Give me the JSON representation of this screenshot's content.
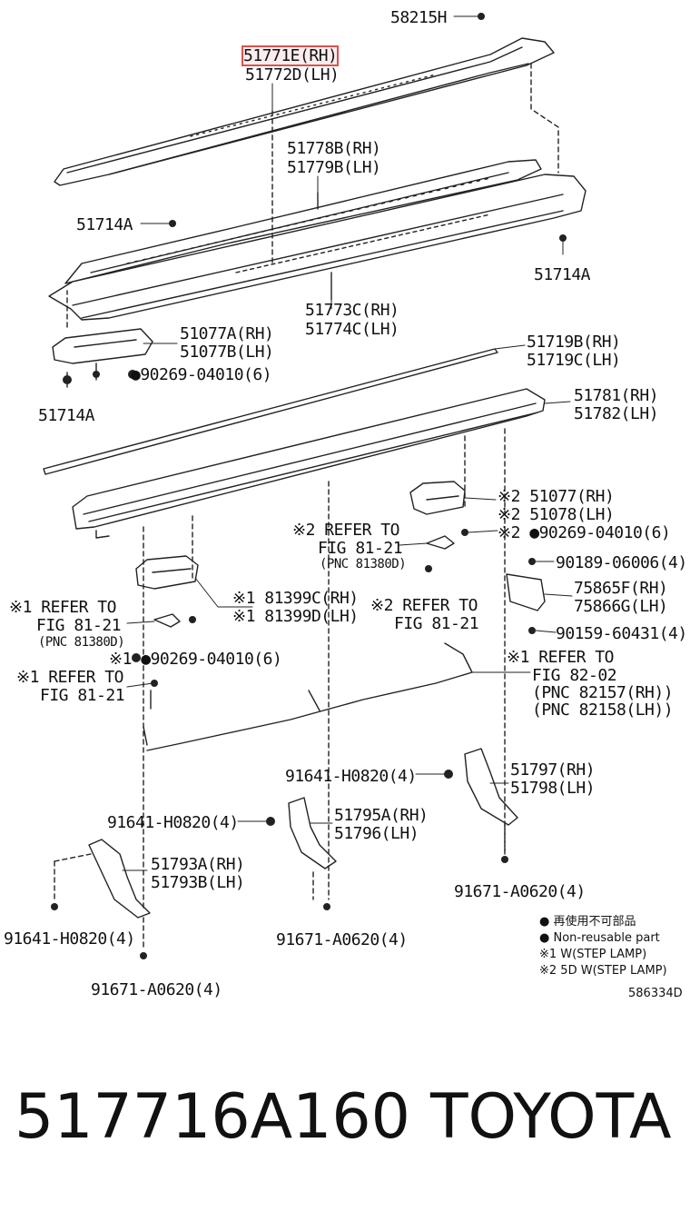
{
  "labels": {
    "l01": "58215H",
    "l02": "51771E(RH)",
    "l03": "51772D(LH)",
    "l04": "51778B(RH)",
    "l05": "51779B(LH)",
    "l06": "51714A",
    "l07": "51714A",
    "l08": "51773C(RH)",
    "l09": "51774C(LH)",
    "l10": "51077A(RH)",
    "l11": "51077B(LH)",
    "l12": "●90269-04010(6)",
    "l13": "51714A",
    "l14": "51719B(RH)",
    "l15": "51719C(LH)",
    "l16": "51781(RH)",
    "l17": "51782(LH)",
    "l18": "※2 51077(RH)",
    "l19": "※2 51078(LH)",
    "l20": "※2 REFER TO",
    "l21": "FIG 81-21",
    "l22": "(PNC 81380D)",
    "l23": "※2 ●90269-04010(6)",
    "l24": "90189-06006(4)",
    "l25": "75865F(RH)",
    "l26": "75866G(LH)",
    "l27": "※1 REFER TO",
    "l28": "FIG 81-21",
    "l29": "(PNC 81380D)",
    "l30": "※1 81399C(RH)",
    "l31": "※1 81399D(LH)",
    "l32": "※2 REFER TO",
    "l33": "FIG 81-21",
    "l34": "90159-60431(4)",
    "l35": "※1 ●90269-04010(6)",
    "l36": "※1 REFER TO",
    "l37": "FIG 81-21",
    "l38": "※1 REFER TO",
    "l39": "FIG 82-02",
    "l40": "(PNC 82157(RH))",
    "l41": "(PNC 82158(LH))",
    "l42": "91641-H0820(4)",
    "l43": "51797(RH)",
    "l44": "51798(LH)",
    "l45": "91641-H0820(4)",
    "l46": "51795A(RH)",
    "l47": "51796(LH)",
    "l48": "51793A(RH)",
    "l49": "51793B(LH)",
    "l50": "91671-A0620(4)",
    "l51": "91641-H0820(4)",
    "l52": "91671-A0620(4)",
    "l53": "91671-A0620(4)"
  },
  "legend": {
    "line1": "● 再使用不可部品",
    "line2": "● Non-reusable part",
    "line3": "※1 W(STEP LAMP)",
    "line4": "※2 5D W(STEP LAMP)"
  },
  "diagram_code": "586334D",
  "footer": {
    "part_number": "517716A160",
    "brand": "TOYOTA"
  }
}
